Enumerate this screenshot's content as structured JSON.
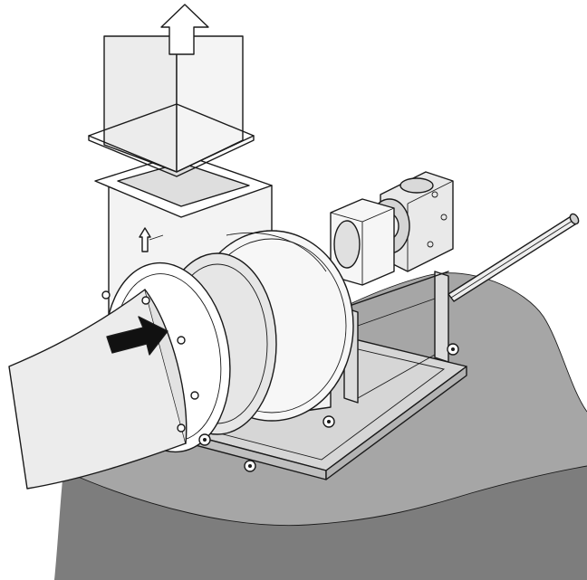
{
  "diagram": {
    "subject": "centrifugal-fan-installation",
    "components": [
      "floor",
      "base-frame",
      "inlet-duct",
      "inlet-flow-arrow",
      "fan-housing",
      "outlet-flange",
      "outlet-duct",
      "outlet-flow-arrow",
      "motor-gearbox",
      "coupling-guard",
      "drive-shaft",
      "anchor-bolts"
    ],
    "colors": {
      "line": "#1a1a1a",
      "floor": "#a6a6a6",
      "floor_shadow": "#7d7d7d",
      "duct_fill": "#ececec",
      "housing_fill": "#f3f3f3",
      "arrow_fill": "#111111",
      "background": "#ffffff"
    }
  }
}
